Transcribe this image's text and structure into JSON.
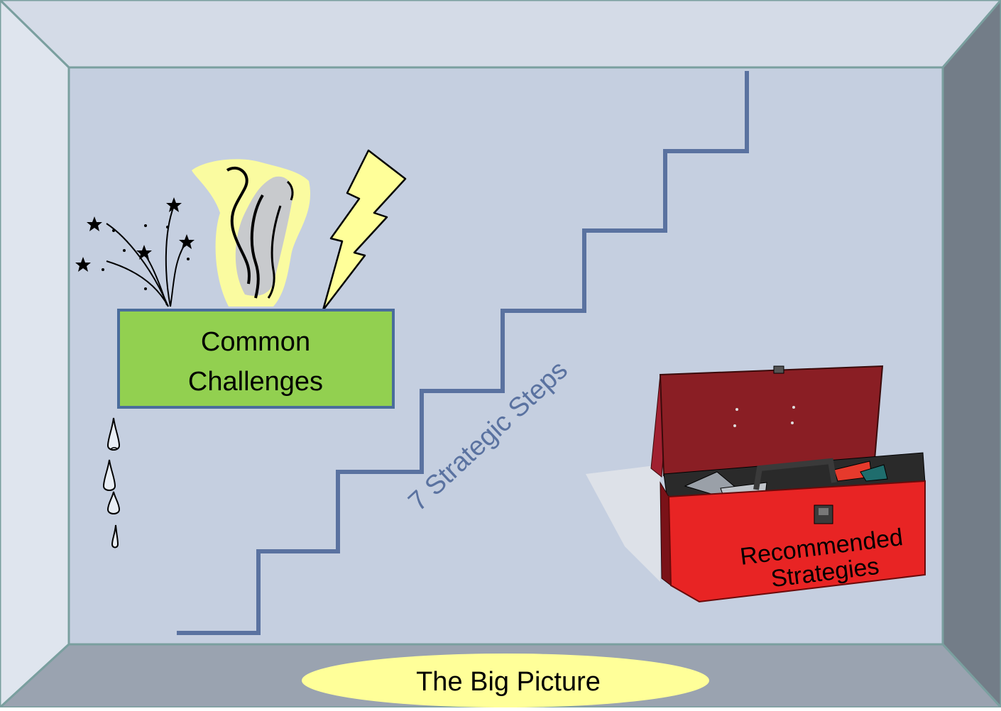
{
  "slide": {
    "challenges_label": [
      "Common",
      "Challenges"
    ],
    "steps_label": "7 Strategic Steps",
    "toolbox_label": [
      "Recommended",
      "Strategies"
    ],
    "footer_label": "The Big Picture"
  },
  "colors": {
    "back_wall": "#c5cfe0",
    "ceiling": "#d4dbe7",
    "left_wall": "#dfe5ee",
    "right_wall": "#737d88",
    "floor": "#9aa3b0",
    "edge": "#7a9f9f",
    "stairs": "#5a72a0",
    "challenge_box": "#92d050",
    "challenge_border": "#4a6c9c",
    "footer_ellipse": "#ffff99",
    "steps_text": "#5a72a0"
  },
  "icons": [
    "fireworks-icon",
    "smoke-icon",
    "lightning-icon",
    "dripping-water-icon",
    "toolbox-icon"
  ]
}
